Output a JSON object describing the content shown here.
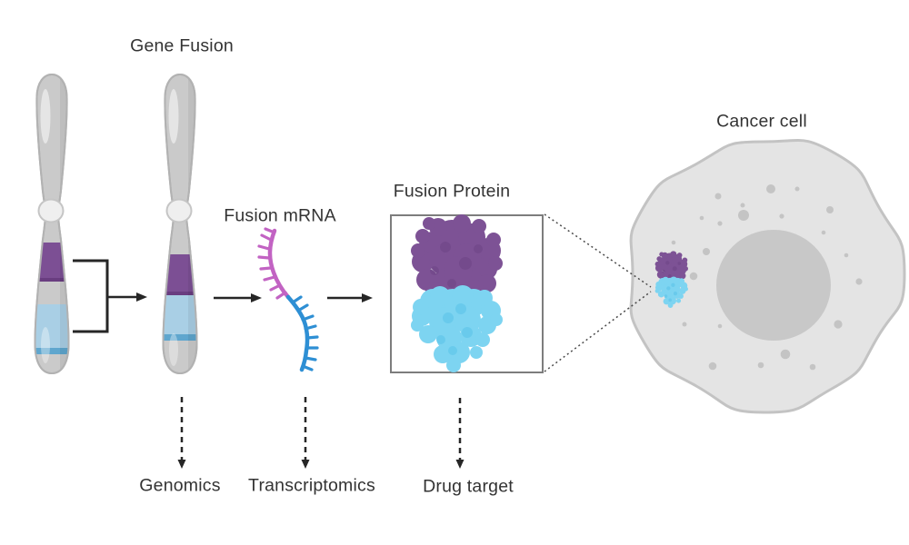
{
  "labels": {
    "gene_fusion": "Gene Fusion",
    "fusion_mrna": "Fusion mRNA",
    "fusion_protein": "Fusion Protein",
    "cancer_cell": "Cancer cell",
    "genomics": "Genomics",
    "transcriptomics": "Transcriptomics",
    "drug_target": "Drug target"
  },
  "colors": {
    "background": "#FFFFFF",
    "text": "#333333",
    "arrow": "#262626",
    "chromosome_body": "#CACACA",
    "chromosome_outline": "#B2B2B2",
    "centromere_fill": "#EFEFEF",
    "centromere_stroke": "#C5C5C5",
    "band_purple": "#7C4F94",
    "band_purple_dark": "#693D80",
    "band_blue": "#A9CFE5",
    "band_blue_dark": "#5FA6CE",
    "mrna_pink": "#C263C3",
    "mrna_blue": "#2E8FD4",
    "protein_purple": "#7D5295",
    "protein_purple_dark": "#6C4385",
    "protein_cyan": "#7DD4F1",
    "protein_cyan_dark": "#59C2E8",
    "box_border": "#7D7D7D",
    "dotted_line": "#4A4A4A",
    "cell_fill": "#E4E4E4",
    "cell_stroke": "#C3C3C3",
    "nucleus_fill": "#C8C8C8",
    "granule_fill": "#C4C4C4"
  }
}
